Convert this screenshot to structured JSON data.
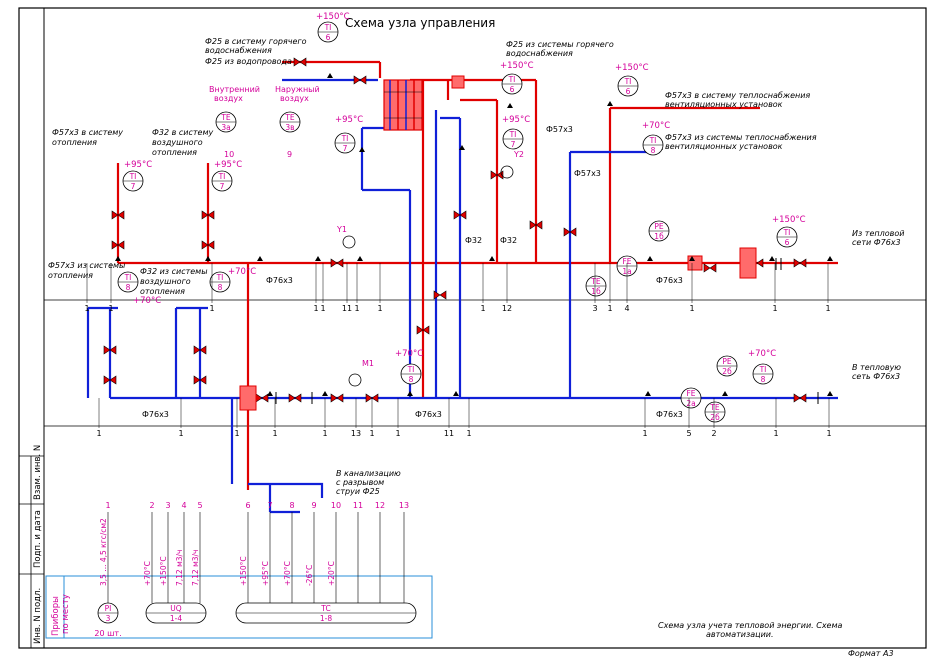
{
  "colors": {
    "hot": "#e00000",
    "cold": "#1020d8",
    "instrument": "#d4009a",
    "line": "#000000",
    "frame": "#000000",
    "table": "#2a8fd8"
  },
  "title": "Схема узла управления",
  "format": "Формат А3",
  "caption": {
    "line1": "Схема узла учета тепловой энергии. Схема",
    "line2": "автоматизации."
  },
  "side_stamp": {
    "inv_orig": "Инв. N подл.",
    "sign_date": "Подп. и дата",
    "replace_inv": "Взам. инв. N"
  },
  "labels": {
    "dhw_supply_1": "Ф25 в систему горячего",
    "dhw_supply_2": "водоснабжения",
    "cold_water": "Ф25 из водопровода",
    "dhw_return_1": "Ф25 из системы горячего",
    "dhw_return_2": "водоснабжения",
    "inner_air_1": "Внутренний",
    "inner_air_2": "воздух",
    "outer_air_1": "Наружный",
    "outer_air_2": "воздух",
    "heat_supply_1": "Ф57х3 в систему",
    "heat_supply_2": "отопления",
    "air_heat_supply_1": "Ф32 в систему",
    "air_heat_supply_2": "воздушного",
    "air_heat_supply_3": "отопления",
    "heat_return_1": "Ф57х3 из системы",
    "heat_return_2": "отопления",
    "air_heat_return_1": "Ф32 из системы",
    "air_heat_return_2": "воздушного",
    "air_heat_return_3": "отопления",
    "vent_supply_1": "Ф57х3 в систему теплоснабжения",
    "vent_supply_2": "вентиляционных установок",
    "vent_return_1": "Ф57х3 из системы теплоснабжения",
    "vent_return_2": "вентиляционных установок",
    "from_network_1": "Из тепловой",
    "from_network_2": "сети Ф76х3",
    "to_network_1": "В тепловую",
    "to_network_2": "сеть Ф76х3",
    "sewer_1": "В канализацию",
    "sewer_2": "с разрывом",
    "sewer_3": "струи Ф25",
    "pipe_76_a": "Ф76х3",
    "pipe_76_b": "Ф76х3",
    "pipe_76_c": "Ф76х3",
    "pipe_76_d": "Ф76х3",
    "pipe_76_e": "Ф76х3",
    "pipe_57_a": "Ф57х3",
    "pipe_57_b": "Ф57х3",
    "pipe_32_a": "Ф32",
    "pipe_32_b": "Ф32",
    "y1": "Y1",
    "y2": "Y2",
    "m1": "M1",
    "n9": "9",
    "n10": "10"
  },
  "temps": {
    "t150_top": "+150°C",
    "t150_dhw": "+150°C",
    "t150_vent": "+150°C",
    "t150_net": "+150°C",
    "t95_heat": "+95°C",
    "t95_air": "+95°C",
    "t95_dhw": "+95°C",
    "t95_y2": "+95°C",
    "t70_vent": "+70°C",
    "t70_air": "+70°C",
    "t70_heat": "+70°C",
    "t70_ret": "+70°C",
    "t70_net": "+70°C"
  },
  "instruments": [
    {
      "tag": "TI",
      "num": "6"
    },
    {
      "tag": "TI",
      "num": "6"
    },
    {
      "tag": "TI",
      "num": "6"
    },
    {
      "tag": "TI",
      "num": "7"
    },
    {
      "tag": "TI",
      "num": "7"
    },
    {
      "tag": "TI",
      "num": "7"
    },
    {
      "tag": "TI",
      "num": "7"
    },
    {
      "tag": "TI",
      "num": "8"
    },
    {
      "tag": "TI",
      "num": "8"
    },
    {
      "tag": "TI",
      "num": "8"
    },
    {
      "tag": "TI",
      "num": "8"
    },
    {
      "tag": "TI",
      "num": "6"
    },
    {
      "tag": "TI",
      "num": "8"
    },
    {
      "tag": "TE",
      "num": "3а"
    },
    {
      "tag": "TE",
      "num": "3в"
    },
    {
      "tag": "FE",
      "num": "1а"
    },
    {
      "tag": "PE",
      "num": "1б"
    },
    {
      "tag": "TE",
      "num": "1б"
    },
    {
      "tag": "FE",
      "num": "2а"
    },
    {
      "tag": "PE",
      "num": "2б"
    },
    {
      "tag": "TE",
      "num": "2б"
    }
  ],
  "upper_numbers": [
    "1",
    "1",
    "1",
    "1",
    "1",
    "11",
    "1",
    "1",
    "1",
    "12",
    "3",
    "1",
    "4",
    "1",
    "1",
    "1"
  ],
  "lower_numbers": [
    "1",
    "1",
    "1",
    "1",
    "1",
    "13",
    "1",
    "1",
    "11",
    "1",
    "1",
    "5",
    "2",
    "1",
    "1"
  ],
  "spec_numbers": [
    "1",
    "2",
    "3",
    "4",
    "5",
    "6",
    "7",
    "8",
    "9",
    "10",
    "11",
    "12",
    "13"
  ],
  "spec_values": [
    "3,5 ... 4,5 кгс/см2",
    "+70°C",
    "+150°C",
    "7,12 м3/ч",
    "7,12 м3/ч",
    "+150°C",
    "+95°C",
    "+70°C",
    "-26°C",
    "+20°C"
  ],
  "legend": {
    "title_1": "Приборы",
    "title_2": "по месту",
    "pi_tag": "PI",
    "pi_num": "3",
    "pi_qty": "20 шт.",
    "uq_tag": "UQ",
    "uq_range": "1-4",
    "tc_tag": "TC",
    "tc_range": "1-8"
  }
}
